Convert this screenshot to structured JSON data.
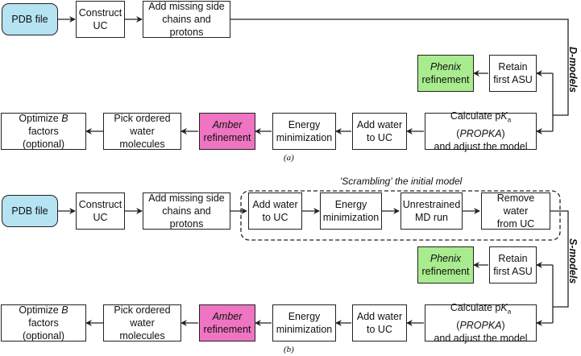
{
  "panel_a": {
    "caption": "(a)",
    "side_label": "D-models",
    "nodes": {
      "pdb": "PDB file",
      "construct": [
        "Construct",
        "UC"
      ],
      "add_missing": [
        "Add missing side",
        "chains and protons"
      ],
      "phenix": [
        "Phenix",
        "refinement"
      ],
      "retain": [
        "Retain",
        "first ASU"
      ],
      "optimize": [
        "Optimize B factors",
        "(optional)"
      ],
      "pick": [
        "Pick ordered",
        "water molecules"
      ],
      "amber": [
        "Amber",
        "refinement"
      ],
      "energy": [
        "Energy",
        "minimization"
      ],
      "add_water": [
        "Add water",
        "to UC"
      ],
      "calc": [
        "Calculate pKa (PROPKA)",
        "and adjust the model"
      ]
    }
  },
  "panel_b": {
    "caption": "(b)",
    "side_label": "S-models",
    "scramble_label": "'Scrambling' the initial model",
    "nodes": {
      "pdb": "PDB file",
      "construct": [
        "Construct",
        "UC"
      ],
      "add_missing": [
        "Add missing side",
        "chains and protons"
      ],
      "s_add_water": [
        "Add water",
        "to UC"
      ],
      "s_energy": [
        "Energy",
        "minimization"
      ],
      "s_md": [
        "Unrestrained",
        "MD run"
      ],
      "s_remove": [
        "Remove water",
        "from UC"
      ],
      "phenix": [
        "Phenix",
        "refinement"
      ],
      "retain": [
        "Retain",
        "first ASU"
      ],
      "optimize": [
        "Optimize B factors",
        "(optional)"
      ],
      "pick": [
        "Pick ordered",
        "water molecules"
      ],
      "amber": [
        "Amber",
        "refinement"
      ],
      "energy": [
        "Energy",
        "minimization"
      ],
      "add_water": [
        "Add water",
        "to UC"
      ],
      "calc": [
        "Calculate pKa (PROPKA)",
        "and adjust the model"
      ]
    }
  },
  "colors": {
    "start": "#b5e3f2",
    "phenix": "#a9ec8f",
    "amber": "#ef74c1",
    "line": "#222222"
  }
}
